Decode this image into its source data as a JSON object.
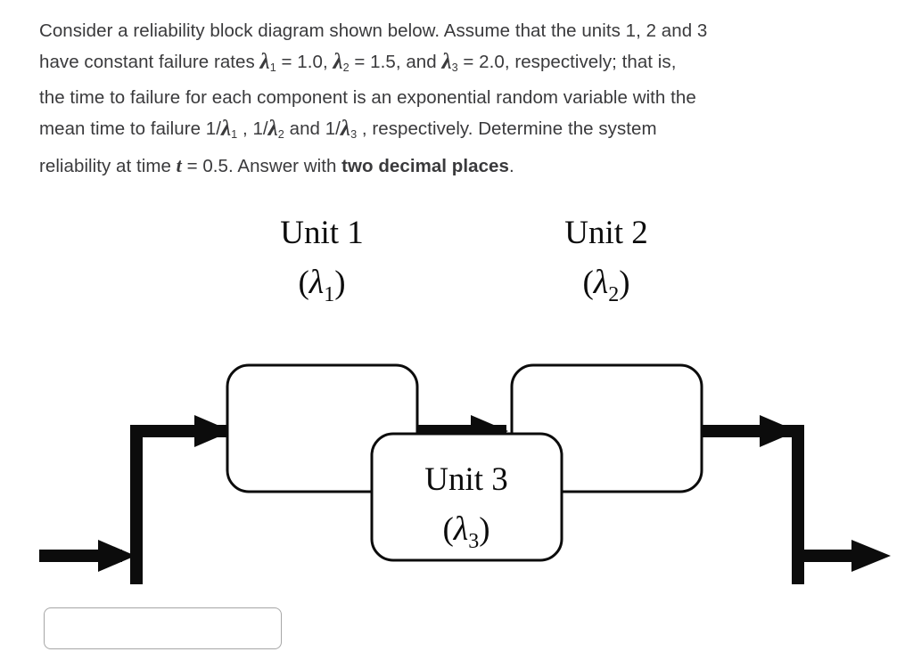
{
  "question": {
    "lines": [
      "Consider a reliability block diagram shown below. Assume that the units 1, 2 and 3",
      "have constant failure rates λ1 = 1.0, λ2 = 1.5, and λ3 = 2.0, respectively; that is,",
      "the time to failure for each component is an exponential random variable with the",
      "mean time to failure 1/λ1 , 1/λ2 and 1/λ3 , respectively. Determine the system",
      "reliability at time t = 0.5. Answer with two decimal places."
    ],
    "segments": {
      "l1_a": "Consider a reliability block diagram shown below. Assume that the units 1, 2 and 3",
      "l2_a": "have constant failure rates ",
      "l2_lam1": "λ",
      "l2_sub1": "1",
      "l2_b": " =  1.0, ",
      "l2_lam2": "λ",
      "l2_sub2": "2",
      "l2_c": " = 1.5, and ",
      "l2_lam3": "λ",
      "l2_sub3": "3",
      "l2_d": " = 2.0, respectively; that is,",
      "l3_a": "the time to failure for each component is an exponential random variable with the",
      "l4_a": "mean time to failure 1/",
      "l4_lam1": "λ",
      "l4_sub1": "1",
      "l4_b": " , 1/",
      "l4_lam2": "λ",
      "l4_sub2": "2",
      "l4_c": " and 1/",
      "l4_lam3": "λ",
      "l4_sub3": "3",
      "l4_d": " , respectively. Determine the system",
      "l5_a": "reliability at time ",
      "l5_t": "t",
      "l5_b": " = 0.5. Answer with ",
      "l5_bold": "two decimal places",
      "l5_c": "."
    },
    "values": {
      "lambda1": "1.0",
      "lambda2": "1.5",
      "lambda3": "2.0",
      "time": "0.5",
      "decimal_places": "two decimal places"
    },
    "text_color": "#3a3a3c"
  },
  "diagram": {
    "type": "reliability-block-diagram",
    "line_color": "#0c0c0c",
    "box_fill": "#ffffff",
    "topology": "Units 1 and 2 in series on the top branch, in parallel with Unit 3 on the bottom branch",
    "blocks": [
      {
        "id": "unit1",
        "title": "Unit 1",
        "rate_open": "(",
        "rate_symbol": "λ",
        "rate_sub": "1",
        "rate_close": ")",
        "branch": "top"
      },
      {
        "id": "unit2",
        "title": "Unit 2",
        "rate_open": "(",
        "rate_symbol": "λ",
        "rate_sub": "2",
        "rate_close": ")",
        "branch": "top"
      },
      {
        "id": "unit3",
        "title": "Unit 3",
        "rate_open": "(",
        "rate_symbol": "λ",
        "rate_sub": "3",
        "rate_close": ")",
        "branch": "bottom"
      }
    ],
    "connectors": [
      {
        "id": "system-input",
        "from": "input",
        "to": "left-node"
      },
      {
        "id": "left-node-to-unit1",
        "from": "left-node",
        "to": "unit1"
      },
      {
        "id": "unit1-to-unit2",
        "from": "unit1",
        "to": "unit2"
      },
      {
        "id": "unit2-to-right-node",
        "from": "unit2",
        "to": "right-node"
      },
      {
        "id": "left-node-to-unit3",
        "from": "left-node",
        "to": "unit3"
      },
      {
        "id": "unit3-to-right-node",
        "from": "unit3",
        "to": "right-node"
      },
      {
        "id": "system-output",
        "from": "right-node",
        "to": "output"
      }
    ]
  },
  "answer": {
    "value": "",
    "placeholder": ""
  }
}
